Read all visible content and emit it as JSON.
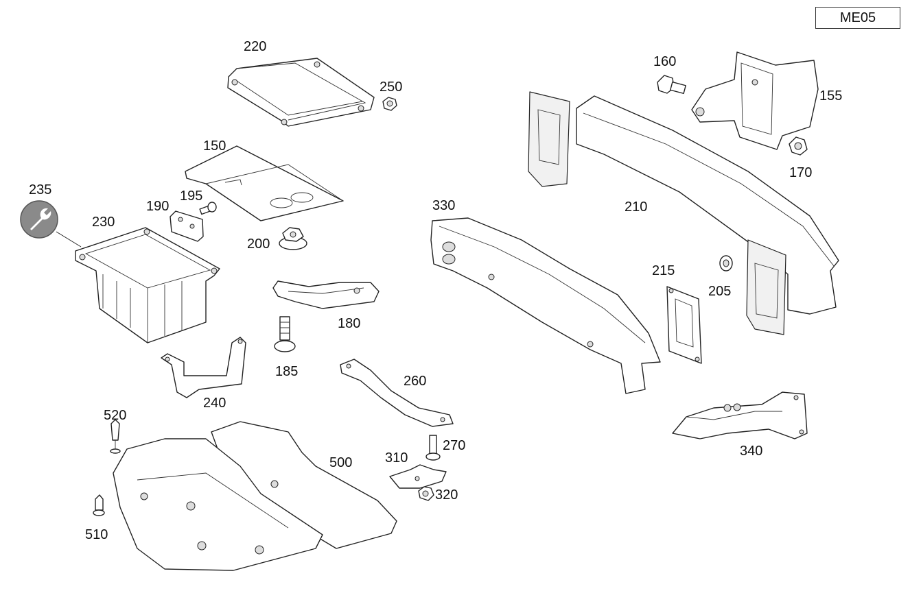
{
  "diagram_code": "ME05",
  "callouts": {
    "p220": "220",
    "p250": "250",
    "p150": "150",
    "p235": "235",
    "p190": "190",
    "p195": "195",
    "p230": "230",
    "p200": "200",
    "p180": "180",
    "p185": "185",
    "p240": "240",
    "p520": "520",
    "p500": "500",
    "p510": "510",
    "p260": "260",
    "p270": "270",
    "p310": "310",
    "p320": "320",
    "p330": "330",
    "p210": "210",
    "p160": "160",
    "p155": "155",
    "p170": "170",
    "p215": "215",
    "p205": "205",
    "p340": "340"
  },
  "icons": {
    "service": "wrench-icon"
  }
}
